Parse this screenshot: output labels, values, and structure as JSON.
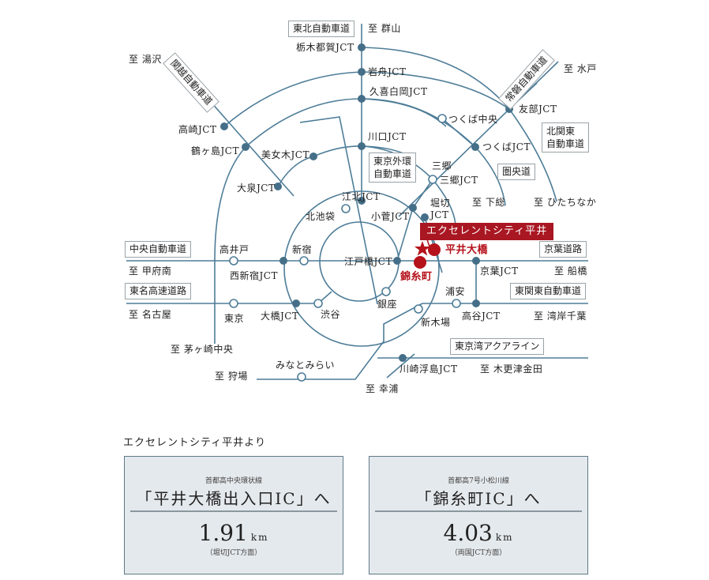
{
  "colors": {
    "line": "#4e7d98",
    "junction": "#456f88",
    "accent_red": "#b5121b",
    "callout_bg": "#a91722",
    "card_bg": "#e4e9ed",
    "card_border": "#5f7a88"
  },
  "map": {
    "expressway_boxes": {
      "tohoku": "東北自動車道",
      "kanetsu": "関越自動車道",
      "joban": "常磐自動車道",
      "kitakanto": [
        "北関東",
        "自動車道"
      ],
      "gaikan": [
        "東京外環",
        "自動車道"
      ],
      "kenodo": "圏央道",
      "chuo": "中央自動車道",
      "tomei": "東名高速道路",
      "keiyo": "京葉道路",
      "higashikanto": "東関東自動車道",
      "aqualine": "東京湾アクアライン"
    },
    "destinations": {
      "koriyama": "至 群山",
      "yuzawa": "至 湯沢",
      "mito": "至 水戸",
      "hitachinaka": "至 ひたちなか",
      "shimofusa": "至 下総",
      "kofu_minami": "至 甲府南",
      "nagoya": "至 名古屋",
      "chigasaki": "至 茅ヶ崎中央",
      "karibaba": "至 狩場",
      "sachiura": "至 幸浦",
      "funabashi": "至 船橋",
      "wangan_chiba": "至 湾岸千葉",
      "kisarazu": "至 木更津金田"
    },
    "junctions": {
      "tochigi_tsuga": "栃木都賀JCT",
      "iwafune": "岩舟JCT",
      "kuki_shiraoka": "久喜白岡JCT",
      "takasaki": "高崎JCT",
      "tsurugashima": "鶴ヶ島JCT",
      "bijogi": "美女木JCT",
      "oizumi": "大泉JCT",
      "kawaguchi": "川口JCT",
      "tomobe": "友部JCT",
      "tsukuba": "つくばJCT",
      "misato": "三郷JCT",
      "kohoku": "江北JCT",
      "kosuge": "小菅JCT",
      "horikiri": [
        "堀切",
        "JCT"
      ],
      "edobashi": "江戸橋JCT",
      "nishishinjuku": "西新宿JCT",
      "ohashi": "大橋JCT",
      "keiyo": "京葉JCT",
      "takaya": "高谷JCT",
      "kawasaki_ukishima": "川崎浮島JCT"
    },
    "interchanges": {
      "tsukuba_chuo": "つくば中央",
      "misato": "三郷",
      "kitaikebukuro": "北池袋",
      "shinjuku": "新宿",
      "takaido": "高井戸",
      "tokyo": "東京",
      "shibuya": "渋谷",
      "ginza": "銀座",
      "shinkiba": "新木場",
      "urayasu": "浦安",
      "minatomirai": "みなとみらい"
    },
    "highlights": {
      "property_callout": "エクセレントシティ平井",
      "hirai_ohashi": "平井大橋",
      "kinshicho": "錦糸町"
    }
  },
  "access": {
    "heading": "エクセレントシティ平井より",
    "cards": [
      {
        "route": "首都高中央環状線",
        "destination": "「平井大橋出入口IC」へ",
        "distance": "1.91",
        "unit": "km",
        "note": "（堀切JCT方面）"
      },
      {
        "route": "首都高7号小松川線",
        "destination": "「錦糸町IC」へ",
        "distance": "4.03",
        "unit": "km",
        "note": "（両国JCT方面）"
      }
    ]
  }
}
